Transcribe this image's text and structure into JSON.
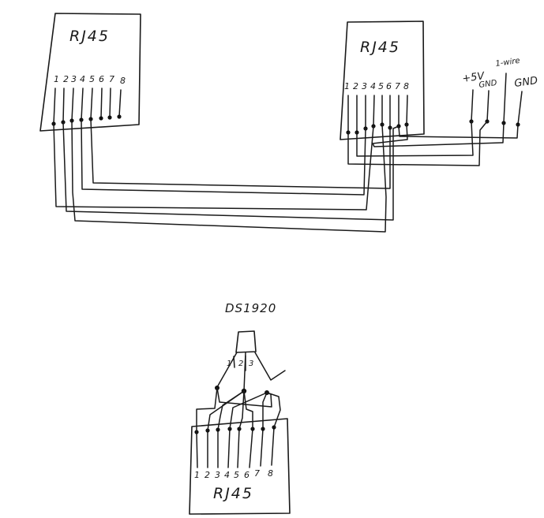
{
  "connectors": {
    "top_left": {
      "label": "RJ45",
      "pins": [
        "1",
        "2",
        "3",
        "4",
        "5",
        "6",
        "7",
        "8"
      ]
    },
    "top_right": {
      "label": "RJ45",
      "pins": [
        "1",
        "2",
        "3",
        "4",
        "5",
        "6",
        "7",
        "8"
      ]
    },
    "bottom": {
      "label": "RJ45",
      "pins": [
        "1",
        "2",
        "3",
        "4",
        "5",
        "6",
        "7",
        "8"
      ]
    }
  },
  "power_terminals": {
    "plus5v": "+5V",
    "gnd_small": "GND",
    "one_wire": "1-wire",
    "gnd_large": "GND"
  },
  "sensor": {
    "label": "DS1920",
    "pin_labels": [
      "1",
      "2",
      "3"
    ]
  },
  "colors": {
    "ink": "#1a1a1a",
    "background": "#ffffff"
  }
}
